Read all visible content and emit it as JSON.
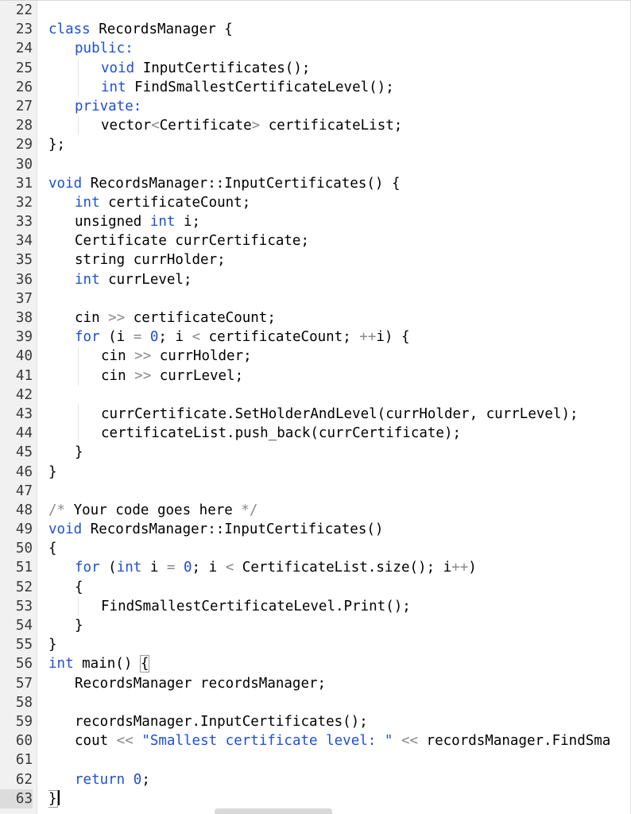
{
  "editor": {
    "current_line": 63,
    "lines": [
      {
        "n": "22",
        "tokens": []
      },
      {
        "n": "23",
        "tokens": [
          {
            "t": "class",
            "c": "kw"
          },
          {
            "t": " RecordsManager {",
            "c": ""
          }
        ]
      },
      {
        "n": "24",
        "indent": 1,
        "tokens": [
          {
            "t": "public:",
            "c": "kw"
          }
        ]
      },
      {
        "n": "25",
        "indent": 2,
        "tokens": [
          {
            "t": "void",
            "c": "kw"
          },
          {
            "t": " InputCertificates();",
            "c": ""
          }
        ]
      },
      {
        "n": "26",
        "indent": 2,
        "tokens": [
          {
            "t": "int",
            "c": "kw"
          },
          {
            "t": " FindSmallestCertificateLevel();",
            "c": ""
          }
        ]
      },
      {
        "n": "27",
        "indent": 1,
        "tokens": [
          {
            "t": "private:",
            "c": "kw"
          }
        ]
      },
      {
        "n": "28",
        "indent": 2,
        "tokens": [
          {
            "t": "vector",
            "c": ""
          },
          {
            "t": "<",
            "c": "op"
          },
          {
            "t": "Certificate",
            "c": ""
          },
          {
            "t": ">",
            "c": "op"
          },
          {
            "t": " certificateList;",
            "c": ""
          }
        ]
      },
      {
        "n": "29",
        "tokens": [
          {
            "t": "};",
            "c": ""
          }
        ]
      },
      {
        "n": "30",
        "tokens": []
      },
      {
        "n": "31",
        "tokens": [
          {
            "t": "void",
            "c": "kw"
          },
          {
            "t": " RecordsManager::InputCertificates() {",
            "c": ""
          }
        ]
      },
      {
        "n": "32",
        "indent": 1,
        "tokens": [
          {
            "t": "int",
            "c": "kw"
          },
          {
            "t": " certificateCount;",
            "c": ""
          }
        ]
      },
      {
        "n": "33",
        "indent": 1,
        "tokens": [
          {
            "t": "unsigned ",
            "c": ""
          },
          {
            "t": "int",
            "c": "kw"
          },
          {
            "t": " i;",
            "c": ""
          }
        ]
      },
      {
        "n": "34",
        "indent": 1,
        "tokens": [
          {
            "t": "Certificate currCertificate;",
            "c": ""
          }
        ]
      },
      {
        "n": "35",
        "indent": 1,
        "tokens": [
          {
            "t": "string currHolder;",
            "c": ""
          }
        ]
      },
      {
        "n": "36",
        "indent": 1,
        "tokens": [
          {
            "t": "int",
            "c": "kw"
          },
          {
            "t": " currLevel;",
            "c": ""
          }
        ]
      },
      {
        "n": "37",
        "tokens": []
      },
      {
        "n": "38",
        "indent": 1,
        "tokens": [
          {
            "t": "cin ",
            "c": ""
          },
          {
            "t": ">>",
            "c": "op"
          },
          {
            "t": " certificateCount;",
            "c": ""
          }
        ]
      },
      {
        "n": "39",
        "indent": 1,
        "tokens": [
          {
            "t": "for",
            "c": "kw"
          },
          {
            "t": " (i ",
            "c": ""
          },
          {
            "t": "=",
            "c": "op"
          },
          {
            "t": " ",
            "c": ""
          },
          {
            "t": "0",
            "c": "num"
          },
          {
            "t": "; i ",
            "c": ""
          },
          {
            "t": "<",
            "c": "op"
          },
          {
            "t": " certificateCount; ",
            "c": ""
          },
          {
            "t": "++",
            "c": "op"
          },
          {
            "t": "i) {",
            "c": ""
          }
        ]
      },
      {
        "n": "40",
        "indent": 2,
        "tokens": [
          {
            "t": "cin ",
            "c": ""
          },
          {
            "t": ">>",
            "c": "op"
          },
          {
            "t": " currHolder;",
            "c": ""
          }
        ]
      },
      {
        "n": "41",
        "indent": 2,
        "tokens": [
          {
            "t": "cin ",
            "c": ""
          },
          {
            "t": ">>",
            "c": "op"
          },
          {
            "t": " currLevel;",
            "c": ""
          }
        ]
      },
      {
        "n": "42",
        "indent": 2,
        "tokens": []
      },
      {
        "n": "43",
        "indent": 2,
        "tokens": [
          {
            "t": "currCertificate.SetHolderAndLevel(currHolder, currLevel);",
            "c": ""
          }
        ]
      },
      {
        "n": "44",
        "indent": 2,
        "tokens": [
          {
            "t": "certificateList.push_back(currCertificate);",
            "c": ""
          }
        ]
      },
      {
        "n": "45",
        "indent": 1,
        "tokens": [
          {
            "t": "}",
            "c": ""
          }
        ]
      },
      {
        "n": "46",
        "tokens": [
          {
            "t": "}",
            "c": ""
          }
        ]
      },
      {
        "n": "47",
        "tokens": []
      },
      {
        "n": "48",
        "tokens": [
          {
            "t": "/*",
            "c": "op"
          },
          {
            "t": " Your code goes here ",
            "c": ""
          },
          {
            "t": "*/",
            "c": "op"
          }
        ]
      },
      {
        "n": "49",
        "tokens": [
          {
            "t": "void",
            "c": "kw"
          },
          {
            "t": " RecordsManager::InputCertificates()",
            "c": ""
          }
        ]
      },
      {
        "n": "50",
        "tokens": [
          {
            "t": "{",
            "c": ""
          }
        ]
      },
      {
        "n": "51",
        "indent": 1,
        "tokens": [
          {
            "t": "for",
            "c": "kw"
          },
          {
            "t": " (",
            "c": ""
          },
          {
            "t": "int",
            "c": "kw"
          },
          {
            "t": " i ",
            "c": ""
          },
          {
            "t": "=",
            "c": "op"
          },
          {
            "t": " ",
            "c": ""
          },
          {
            "t": "0",
            "c": "num"
          },
          {
            "t": "; i ",
            "c": ""
          },
          {
            "t": "<",
            "c": "op"
          },
          {
            "t": " CertificateList.size(); i",
            "c": ""
          },
          {
            "t": "++",
            "c": "op"
          },
          {
            "t": ")",
            "c": ""
          }
        ]
      },
      {
        "n": "52",
        "indent": 1,
        "tokens": [
          {
            "t": "{",
            "c": ""
          }
        ]
      },
      {
        "n": "53",
        "indent": 2,
        "tokens": [
          {
            "t": "FindSmallestCertificateLevel.Print();",
            "c": ""
          }
        ]
      },
      {
        "n": "54",
        "indent": 1,
        "tokens": [
          {
            "t": "}",
            "c": ""
          }
        ]
      },
      {
        "n": "55",
        "tokens": [
          {
            "t": "}",
            "c": ""
          }
        ]
      },
      {
        "n": "56",
        "tokens": [
          {
            "t": "int",
            "c": "kw"
          },
          {
            "t": " main() ",
            "c": ""
          },
          {
            "t": "{",
            "c": "match"
          }
        ]
      },
      {
        "n": "57",
        "indent": 1,
        "tokens": [
          {
            "t": "RecordsManager recordsManager;",
            "c": ""
          }
        ]
      },
      {
        "n": "58",
        "tokens": []
      },
      {
        "n": "59",
        "indent": 1,
        "tokens": [
          {
            "t": "recordsManager.InputCertificates();",
            "c": ""
          }
        ]
      },
      {
        "n": "60",
        "indent": 1,
        "tokens": [
          {
            "t": "cout ",
            "c": ""
          },
          {
            "t": "<<",
            "c": "op"
          },
          {
            "t": " ",
            "c": ""
          },
          {
            "t": "\"Smallest certificate level: \"",
            "c": "str"
          },
          {
            "t": " ",
            "c": ""
          },
          {
            "t": "<<",
            "c": "op"
          },
          {
            "t": " recordsManager.FindSma",
            "c": ""
          }
        ]
      },
      {
        "n": "61",
        "tokens": []
      },
      {
        "n": "62",
        "indent": 1,
        "tokens": [
          {
            "t": "return",
            "c": "kw"
          },
          {
            "t": " ",
            "c": ""
          },
          {
            "t": "0",
            "c": "num"
          },
          {
            "t": ";",
            "c": ""
          }
        ]
      },
      {
        "n": "63",
        "tokens": [
          {
            "t": "}",
            "c": "match"
          }
        ],
        "cursor": true
      }
    ]
  }
}
